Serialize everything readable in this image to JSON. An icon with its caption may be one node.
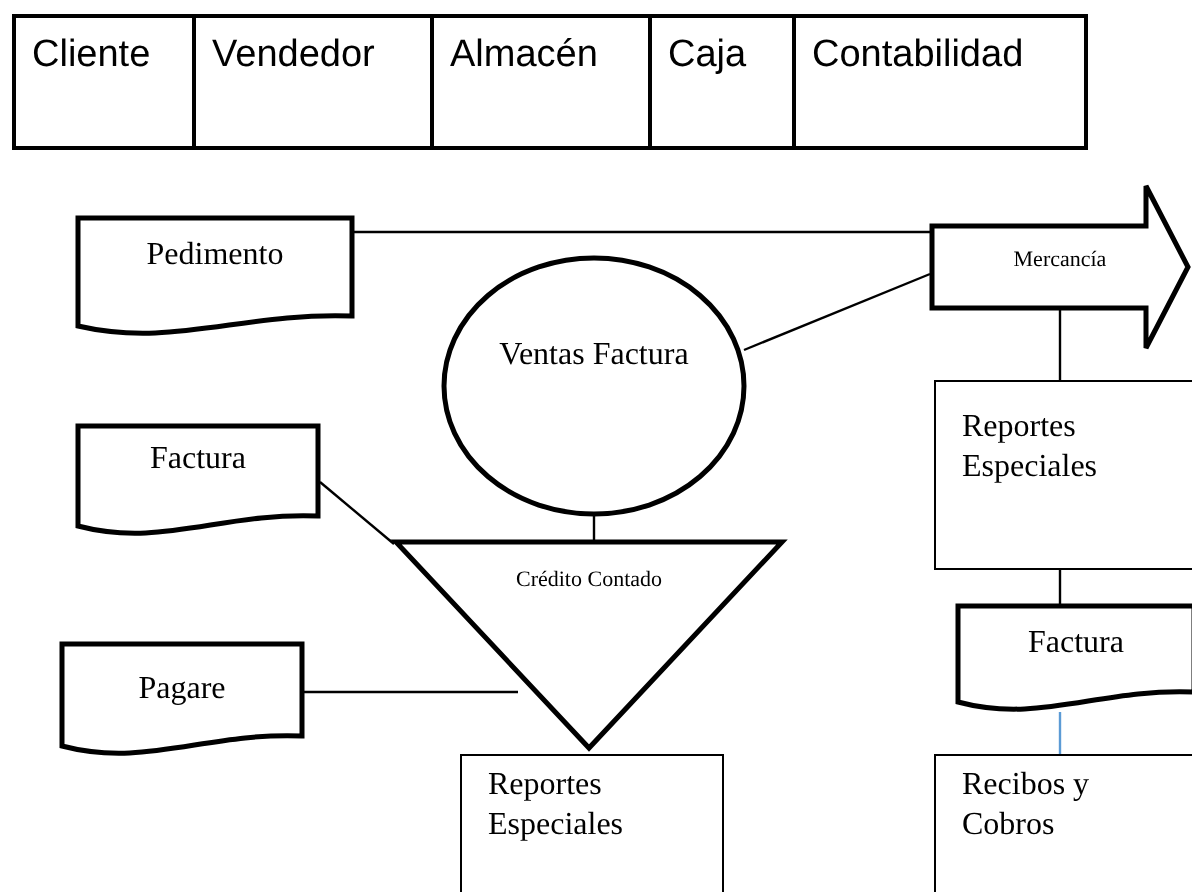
{
  "diagram": {
    "nodes": [
      {
        "text": [
          "Pedimento"
        ]
      },
      {
        "text": [
          "Mercancía"
        ]
      },
      {
        "text": [
          "Ventas Factura"
        ]
      },
      {
        "text": [
          "Factura"
        ]
      },
      {
        "text": [
          "Crédito Contado"
        ]
      },
      {
        "text": [
          "Pagare"
        ]
      },
      {
        "text": [
          "Reportes Especiales"
        ]
      },
      {
        "text": [
          "Reportes Especiales"
        ]
      },
      {
        "text": [
          "Factura"
        ]
      },
      {
        "text": [
          "Recibos y Cobros"
        ]
      }
    ],
    "edges": [
      {
        "from": 0,
        "to": 1,
        "arrow": "none"
      },
      {
        "from": 2,
        "to": 1,
        "arrow": "none"
      },
      {
        "from": 1,
        "to": 7,
        "arrow": "none"
      },
      {
        "from": 2,
        "to": 4,
        "arrow": "none"
      },
      {
        "from": 3,
        "to": 4,
        "arrow": "none"
      },
      {
        "from": 5,
        "to": 4,
        "arrow": "none"
      },
      {
        "from": 7,
        "to": 8,
        "arrow": "none"
      },
      {
        "from": 8,
        "to": 9,
        "arrow": "none",
        "color": "#5b9bd5"
      }
    ],
    "labels": [
      "Cliente",
      "Vendedor",
      "Almacén",
      "Caja",
      "Contabilidad"
    ]
  }
}
